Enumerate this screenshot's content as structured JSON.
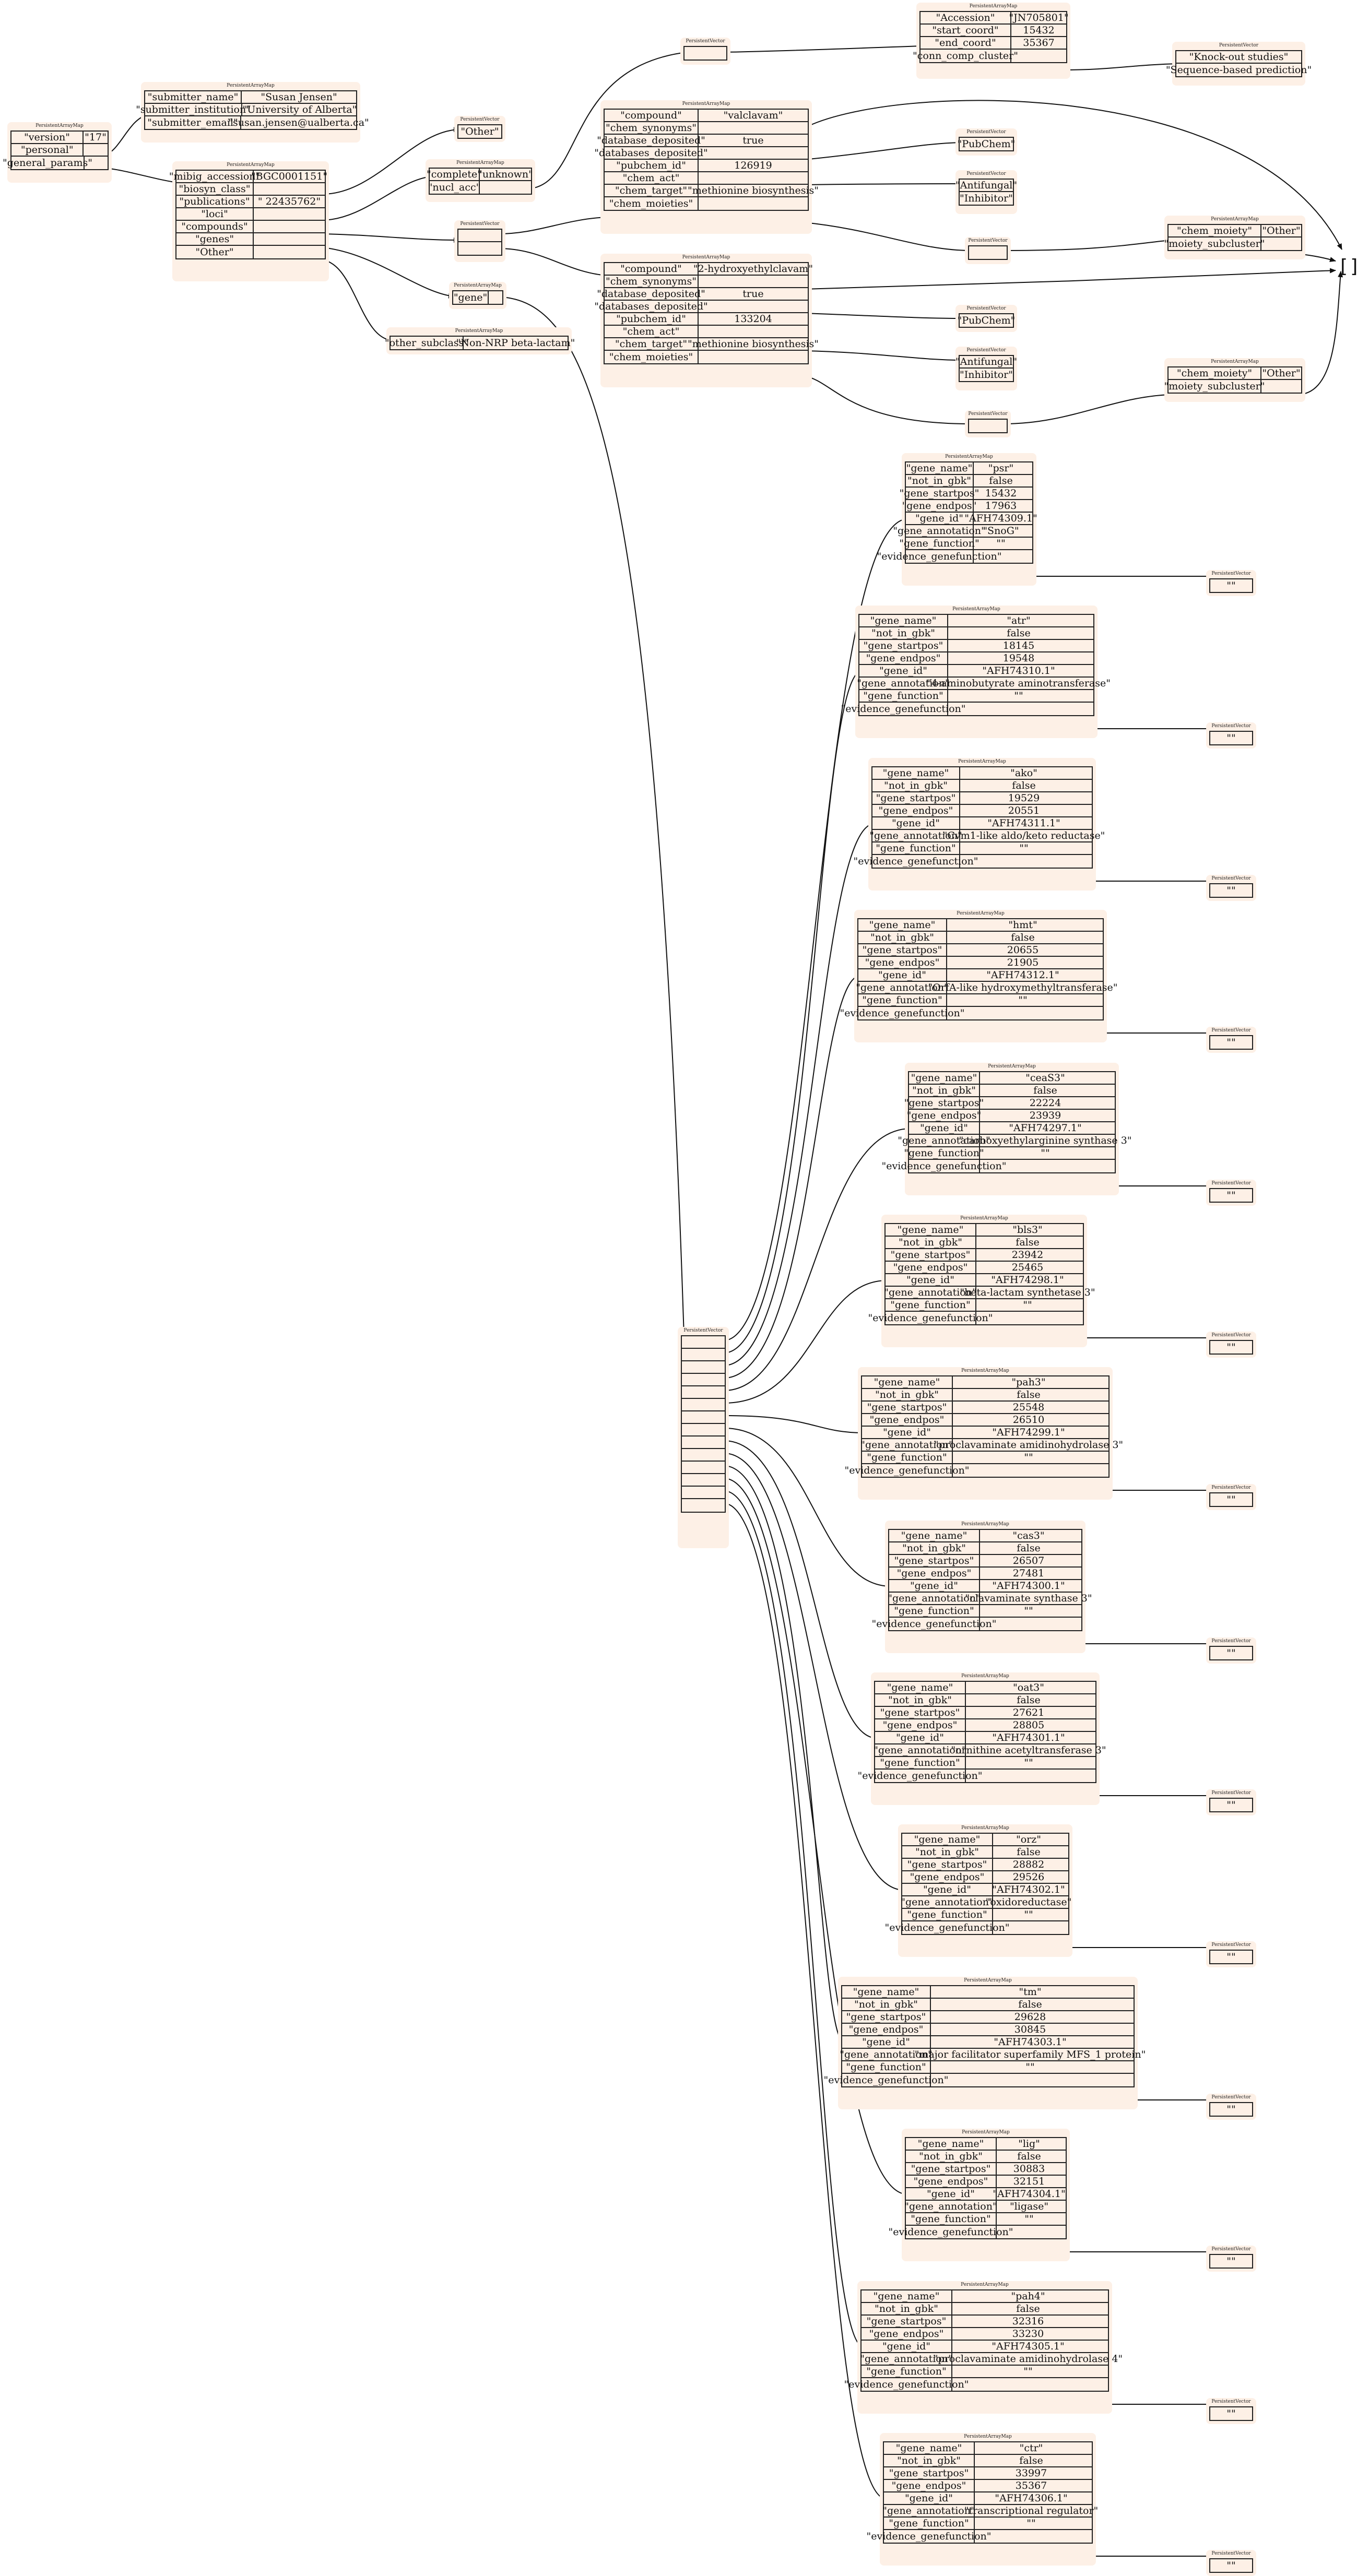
{
  "type_labels": {
    "map": "PersistentArrayMap",
    "vector": "PersistentVector"
  },
  "root": {
    "version_key": "\"version\"",
    "version_val": "\"17\"",
    "personal_key": "\"personal\"",
    "general_key": "\"general_params\""
  },
  "personal": {
    "name_key": "\"submitter_name\"",
    "name_val": "\"Susan Jensen\"",
    "inst_key": "\"submitter_institution\"",
    "inst_val": "\"University of Alberta\"",
    "email_key": "\"submitter_email\"",
    "email_val": "\"susan.jensen@ualberta.ca\""
  },
  "general": {
    "acc_key": "\"mibig_accession\"",
    "acc_val": "\"BGC0001151\"",
    "class_key": "\"biosyn_class\"",
    "pub_key": "\"publications\"",
    "pub_val": "\" 22435762\"",
    "loci_key": "\"loci\"",
    "compounds_key": "\"compounds\"",
    "genes_key": "\"genes\"",
    "other_key": "\"Other\""
  },
  "biosyn_class_vec": [
    "\"Other\""
  ],
  "loci": {
    "complete_key": "\"complete\"",
    "complete_val": "\"unknown\"",
    "nucl_key": "\"nucl_acc\""
  },
  "nucl_entry": {
    "acc_key": "\"Accession\"",
    "acc_val": "\"JN705801\"",
    "start_key": "\"start_coord\"",
    "start_val": "15432",
    "end_key": "\"end_coord\"",
    "end_val": "35367",
    "conn_key": "\"conn_comp_cluster\""
  },
  "conn_vec": [
    "\"Knock-out studies\"",
    "\"Sequence-based prediction\""
  ],
  "genes_map": {
    "gene_key": "\"gene\""
  },
  "other_map": {
    "key": "\"other_subclass\"",
    "val": "\"Non-NRP beta-lactam\""
  },
  "compound_keys": {
    "compound": "\"compound\"",
    "synonyms": "\"chem_synonyms\"",
    "deposited": "\"database_deposited\"",
    "databases": "\"databases_deposited\"",
    "pubchem": "\"pubchem_id\"",
    "act": "\"chem_act\"",
    "target": "\"chem_target\"",
    "moieties": "\"chem_moieties\""
  },
  "compound1": {
    "name": "\"valclavam\"",
    "deposited": "true",
    "pubchem": "126919",
    "target": "\"methionine biosynthesis\""
  },
  "compound2": {
    "name": "\"2-hydroxyethylclavam\"",
    "deposited": "true",
    "pubchem": "133204",
    "target": "\"methionine biosynthesis\""
  },
  "pubchem_vec": [
    "\"PubChem\""
  ],
  "act_vec": [
    "\"Antifungal\"",
    "\"Inhibitor\""
  ],
  "moiety": {
    "key": "\"chem_moiety\"",
    "val": "\"Other\"",
    "sub_key": "\"moiety_subcluster\""
  },
  "empty_vec": "[]",
  "gene_keys": {
    "name": "\"gene_name\"",
    "gbk": "\"not_in_gbk\"",
    "start": "\"gene_startpos\"",
    "end": "\"gene_endpos\"",
    "id": "\"gene_id\"",
    "annot": "\"gene_annotation\"",
    "func": "\"gene_function\"",
    "evid": "\"evidence_genefunction\""
  },
  "gene_function_val": "\"\"",
  "evidence_val": "\"\"",
  "genes": [
    {
      "name": "\"psr\"",
      "gbk": "false",
      "start": "15432",
      "end": "17963",
      "id": "\"AFH74309.1\"",
      "annot": "\"SnoG\""
    },
    {
      "name": "\"atr\"",
      "gbk": "false",
      "start": "18145",
      "end": "19548",
      "id": "\"AFH74310.1\"",
      "annot": "\"4-aminobutyrate aminotransferase\""
    },
    {
      "name": "\"ako\"",
      "gbk": "false",
      "start": "19529",
      "end": "20551",
      "id": "\"AFH74311.1\"",
      "annot": "\"Cvm1-like aldo/keto reductase\""
    },
    {
      "name": "\"hmt\"",
      "gbk": "false",
      "start": "20655",
      "end": "21905",
      "id": "\"AFH74312.1\"",
      "annot": "\"OrfA-like hydroxymethyltransferase\""
    },
    {
      "name": "\"ceaS3\"",
      "gbk": "false",
      "start": "22224",
      "end": "23939",
      "id": "\"AFH74297.1\"",
      "annot": "\"carboxyethylarginine synthase 3\""
    },
    {
      "name": "\"bls3\"",
      "gbk": "false",
      "start": "23942",
      "end": "25465",
      "id": "\"AFH74298.1\"",
      "annot": "\"beta-lactam synthetase 3\""
    },
    {
      "name": "\"pah3\"",
      "gbk": "false",
      "start": "25548",
      "end": "26510",
      "id": "\"AFH74299.1\"",
      "annot": "\"proclavaminate amidinohydrolase 3\""
    },
    {
      "name": "\"cas3\"",
      "gbk": "false",
      "start": "26507",
      "end": "27481",
      "id": "\"AFH74300.1\"",
      "annot": "\"clavaminate synthase 3\""
    },
    {
      "name": "\"oat3\"",
      "gbk": "false",
      "start": "27621",
      "end": "28805",
      "id": "\"AFH74301.1\"",
      "annot": "\"ornithine acetyltransferase 3\""
    },
    {
      "name": "\"orz\"",
      "gbk": "false",
      "start": "28882",
      "end": "29526",
      "id": "\"AFH74302.1\"",
      "annot": "\"oxidoreductase\""
    },
    {
      "name": "\"tm\"",
      "gbk": "false",
      "start": "29628",
      "end": "30845",
      "id": "\"AFH74303.1\"",
      "annot": "\"major facilitator superfamily MFS_1 protein\""
    },
    {
      "name": "\"lig\"",
      "gbk": "false",
      "start": "30883",
      "end": "32151",
      "id": "\"AFH74304.1\"",
      "annot": "\"ligase\""
    },
    {
      "name": "\"pah4\"",
      "gbk": "false",
      "start": "32316",
      "end": "33230",
      "id": "\"AFH74305.1\"",
      "annot": "\"proclavaminate amidinohydrolase 4\""
    },
    {
      "name": "\"ctr\"",
      "gbk": "false",
      "start": "33997",
      "end": "35367",
      "id": "\"AFH74306.1\"",
      "annot": "\"transcriptional regulator\""
    }
  ]
}
